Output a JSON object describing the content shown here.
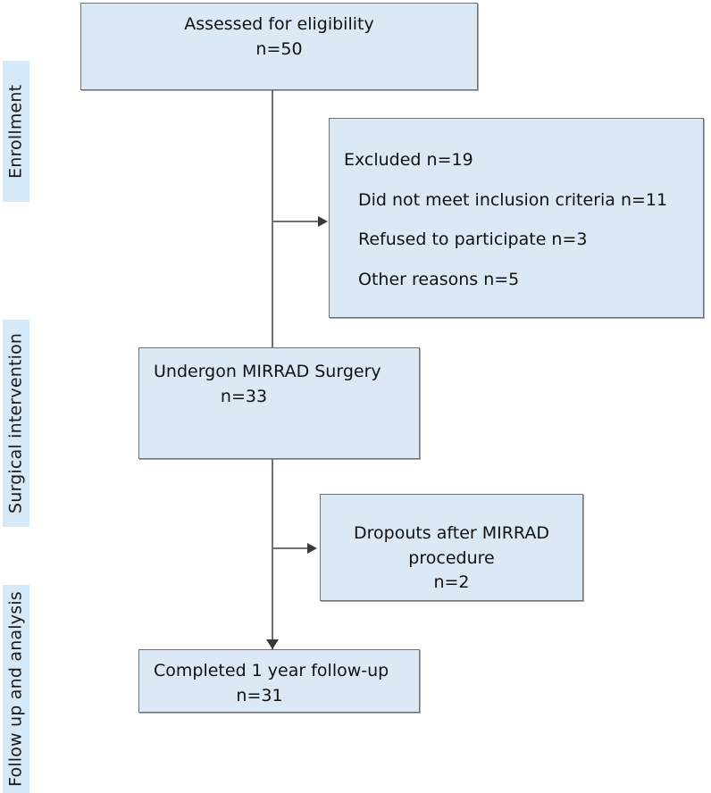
{
  "diagram": {
    "title": "CONSORT participant flow diagram",
    "colors": {
      "box_fill": "#dbe9f6",
      "box_border": "#6f7377",
      "label_fill": "#d6e9f8",
      "connector": "#6e7276",
      "text": "#111111"
    },
    "stages": [
      {
        "id": "enrollment",
        "label": "Enrollment"
      },
      {
        "id": "surgical-intervention",
        "label": "Surgical intervention"
      },
      {
        "id": "follow-up-and-analysis",
        "label": "Follow up and analysis"
      }
    ],
    "nodes": {
      "assessed": {
        "line1": "Assessed  for  eligibility",
        "line2": "n=50",
        "count": 50
      },
      "excluded": {
        "heading": "Excluded  n=19",
        "count": 19,
        "reasons": [
          {
            "label": "Did not meet inclusion criteria  n=11",
            "count": 11
          },
          {
            "label": "Refused  to  participate  n=3",
            "count": 3
          },
          {
            "label": "Other  reasons  n=5",
            "count": 5
          }
        ]
      },
      "surgery": {
        "line1": "Undergon  MIRRAD  Surgery",
        "line2": "n=33",
        "count": 33
      },
      "dropouts": {
        "line1": "Dropouts  after  MIRRAD",
        "line2": "procedure",
        "line3": "n=2",
        "count": 2
      },
      "completed": {
        "line1": "Completed  1  year  follow-up",
        "line2": "n=31",
        "count": 31
      }
    }
  }
}
